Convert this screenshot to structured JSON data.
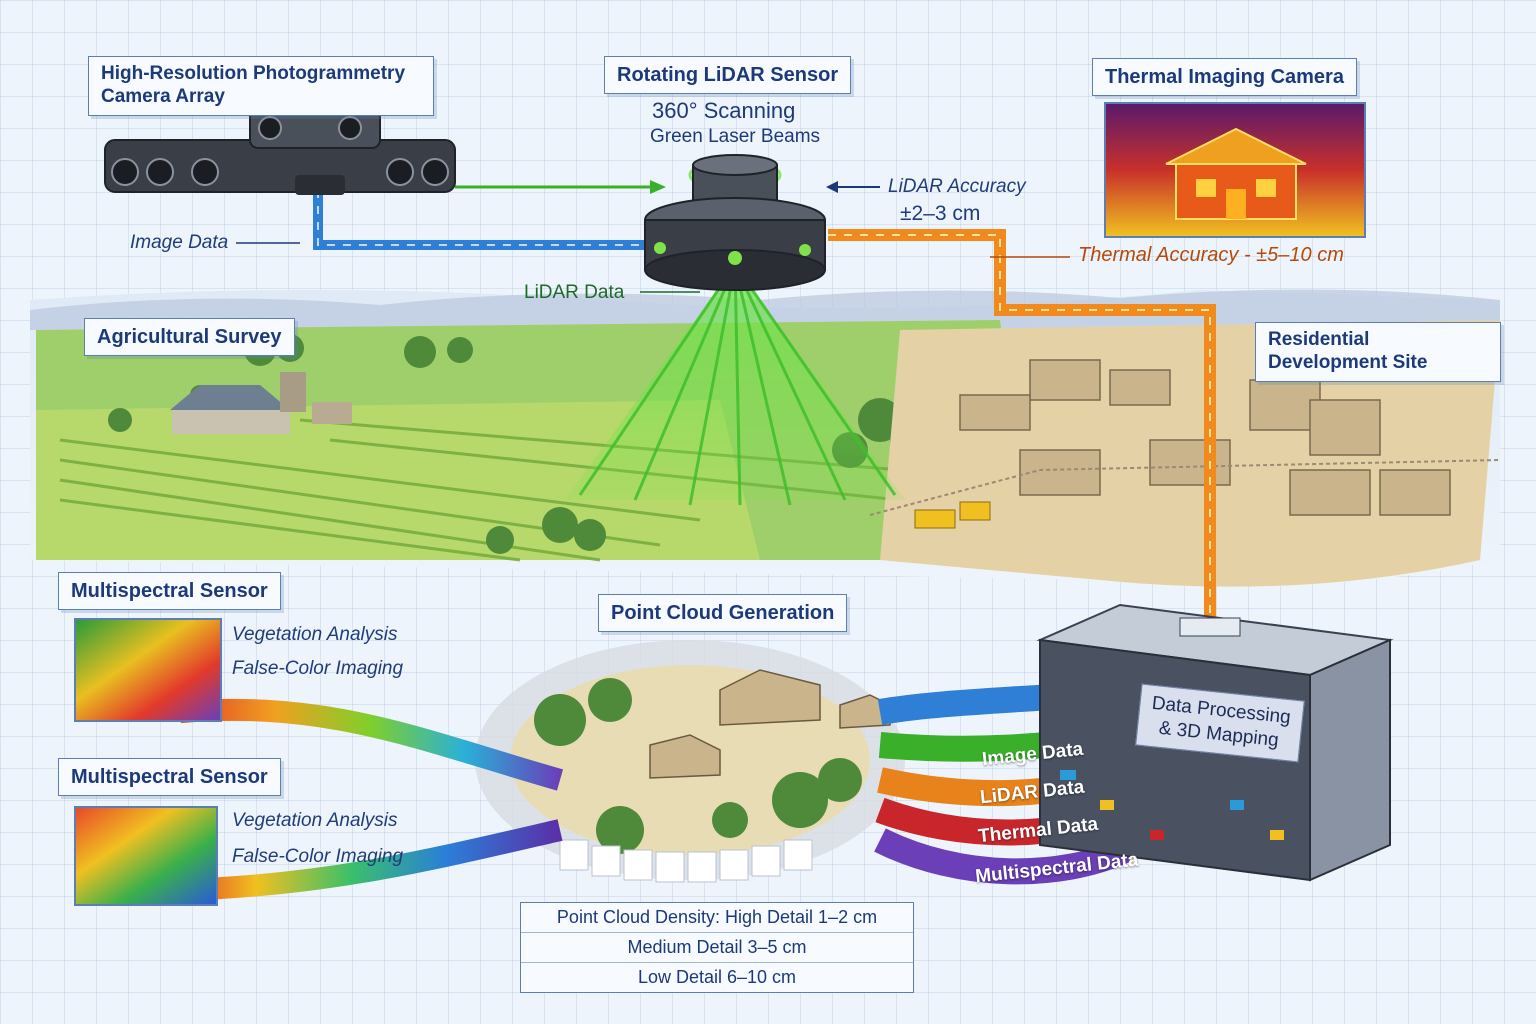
{
  "labels": {
    "camera_array": "High-Resolution Photogrammetry Camera Array",
    "lidar_sensor": "Rotating LiDAR Sensor",
    "lidar_sub1": "360° Scanning",
    "lidar_sub2": "Green Laser Beams",
    "thermal_camera": "Thermal Imaging Camera",
    "agricultural": "Agricultural Survey",
    "residential": "Residential Development Site",
    "multispectral_1": "Multispectral Sensor",
    "multispectral_2": "Multispectral Sensor",
    "point_cloud": "Point Cloud Generation",
    "processor": "Data Processing & 3D Mapping"
  },
  "notes": {
    "image_data": "Image Data",
    "lidar_data": "LiDAR Data",
    "lidar_accuracy": "LiDAR Accuracy",
    "lidar_accuracy_value": "±2–3 cm",
    "thermal_accuracy": "Thermal Accuracy - ±5–10 cm",
    "veg_analysis_1": "Vegetation Analysis",
    "false_color_1": "False-Color Imaging",
    "veg_analysis_2": "Vegetation Analysis",
    "false_color_2": "False-Color Imaging"
  },
  "streams": [
    {
      "label": "Image Data",
      "color": "#2f7fd6"
    },
    {
      "label": "LiDAR Data",
      "color": "#e8821a"
    },
    {
      "label": "Thermal Data",
      "color": "#c8262a"
    },
    {
      "label": "Multispectral Data",
      "color": "#6a3fb8"
    }
  ],
  "density": {
    "high": "Point Cloud Density: High Detail 1–2 cm",
    "medium": "Medium Detail 3–5 cm",
    "low": "Low Detail 6–10 cm"
  },
  "colors": {
    "image_line": "#2f7fd6",
    "lidar_beam": "#5fd13a",
    "thermal_line": "#f08a1c",
    "label_border": "#5b7fb5"
  }
}
